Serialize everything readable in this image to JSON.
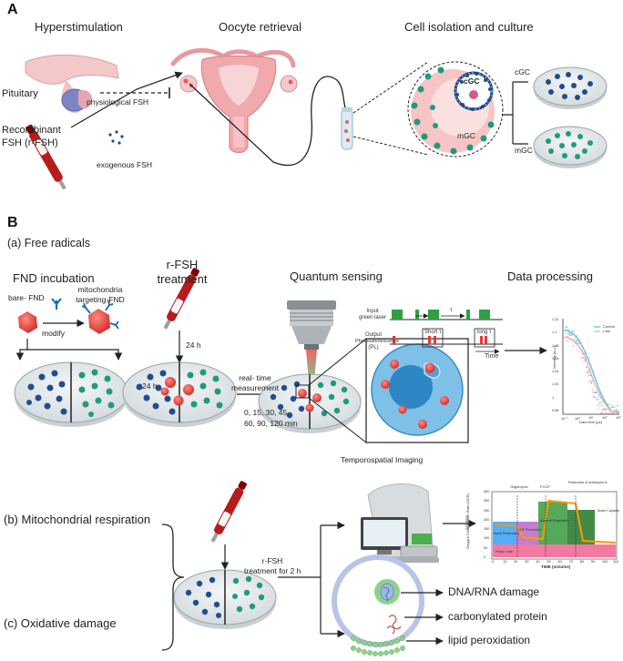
{
  "panel_a": {
    "label": "A",
    "headers": {
      "hyper": "Hyperstimulation",
      "oocyte": "Oocyte retrieval",
      "cell": "Cell isolation and culture"
    },
    "pituitary": "Pituitary",
    "physio_fsh": "physiological FSH",
    "recomb_line1": "Recombinant",
    "recomb_line2": "FSH (r-FSH)",
    "exo_fsh": "exogenous FSH",
    "cgc": "cGC",
    "mgc": "mGC"
  },
  "panel_b": {
    "label": "B",
    "free_radicals": "(a) Free radicals",
    "fnd_incubation": "FND incubation",
    "rfsh_treat_line1": "r-FSH",
    "rfsh_treat_line2": "treatment",
    "quantum": "Quantum sensing",
    "data_processing": "Data processing",
    "bare_fnd": "bare- FND",
    "mito_line1": "mitochondria",
    "mito_line2": "targeting-FND",
    "modify": "modify",
    "h24_a": "24 h",
    "h24_b": "24 h",
    "realtime_line1": "real- time",
    "realtime_line2": "measurement",
    "times_line1": "0, 15, 30, 45,",
    "times_line2": "60, 90, 120 min",
    "temporospatial": "Temporospatial Imaging",
    "input_line1": "Input",
    "input_line2": "green laser",
    "output_line1": "Output",
    "output_line2": "Photoluminescence",
    "output_line3": "(PL)",
    "tau": "τ",
    "short_tau": "Short τ",
    "long_tau": "long τ",
    "time_axis": "Time",
    "mito_resp": "(b) Mitochondrial respiration",
    "oxidative": "(c) Oxidative damage",
    "rfsh2_line1": "r-FSH",
    "rfsh2_line2": "treatment for 2 h",
    "dna": "DNA/RNA damage",
    "carbonyl": "carbonylated protein",
    "lipid": "lipid peroxidation"
  },
  "relax_chart": {
    "xlabel": "Dark time [µs]",
    "ylabel": "Intensity [a.u.]",
    "legend": [
      "Control",
      "r-fsh"
    ],
    "y_ticks": [
      "1.12",
      "1.1",
      "1.08",
      "1.06",
      "1.04",
      "1.02",
      "1",
      "0.98"
    ],
    "x_ticks": [
      "10⁻¹",
      "10⁰",
      "10¹",
      "10²",
      "10³"
    ]
  },
  "seahorse_chart": {
    "ylabel": "Oxygen Consumption Rate (OCR)",
    "yunit": "(pmol/min)",
    "xlabel": "TIME (minutes)",
    "y_ticks": [
      "350",
      "300",
      "250",
      "200",
      "150",
      "100",
      "50",
      "0"
    ],
    "x_ticks": [
      "0",
      "10",
      "20",
      "30",
      "40",
      "50",
      "60",
      "70",
      "80",
      "90",
      "100",
      "110"
    ],
    "injections": [
      "Oligomycin",
      "FCCP",
      "Rotenone & antimycin A"
    ],
    "regions": {
      "basal": "Basal Respiration",
      "atp": "ATP Production",
      "maximal": "Maximal Respiration",
      "spare": "Spare Capacity",
      "leak": "Proton Leak"
    }
  },
  "colors": {
    "blue_cell": "#1f4e8c",
    "green_cell": "#1f9a7d",
    "fnd_red": "#e53935",
    "pulse_green": "#2ea043",
    "pulse_red": "#e53935",
    "dish_fill": "#e3e7ea"
  }
}
